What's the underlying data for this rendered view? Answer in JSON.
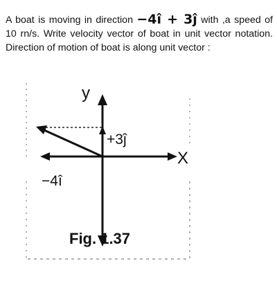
{
  "question": {
    "text_before": "A boat is moving in direction ",
    "vector_expression": "−4î + 3ĵ",
    "text_after": " with ,a speed of 10 rn/s. Write velocity vector of boat in unit vector notation. Direction of motion of boat is along unit vector :"
  },
  "figure": {
    "y_axis_label": "y",
    "x_axis_label": "X",
    "component_y_label": "+3ĵ",
    "component_x_label": "−4î",
    "caption": "Fig. 1.37"
  }
}
